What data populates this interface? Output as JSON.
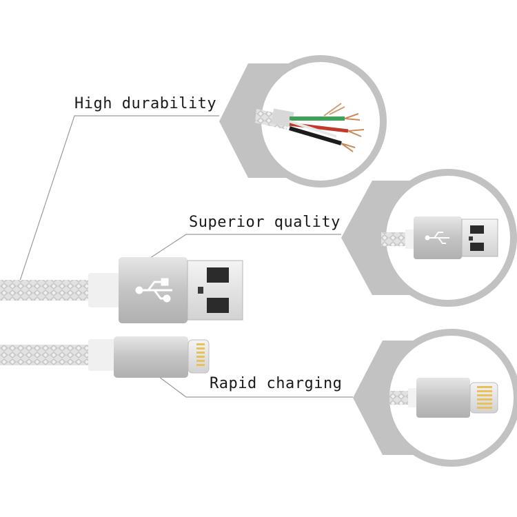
{
  "features": {
    "durability": "High durability",
    "quality": "Superior quality",
    "charging": "Rapid charging"
  },
  "colors": {
    "hexagon_fill": "#c2c2c2",
    "circle_fill": "#ffffff",
    "connector_silver": "#c9c9c9",
    "braid": "#d8d8d8",
    "leader_line": "#9a9a9a",
    "lightning_gold": "#e9c15a",
    "wire_green": "#3aa356",
    "wire_red": "#c0392b",
    "wire_black": "#1c1c1c",
    "wire_copper": "#c98a5a"
  },
  "icons": [
    "usb-symbol-icon",
    "lightning-pins-icon"
  ]
}
